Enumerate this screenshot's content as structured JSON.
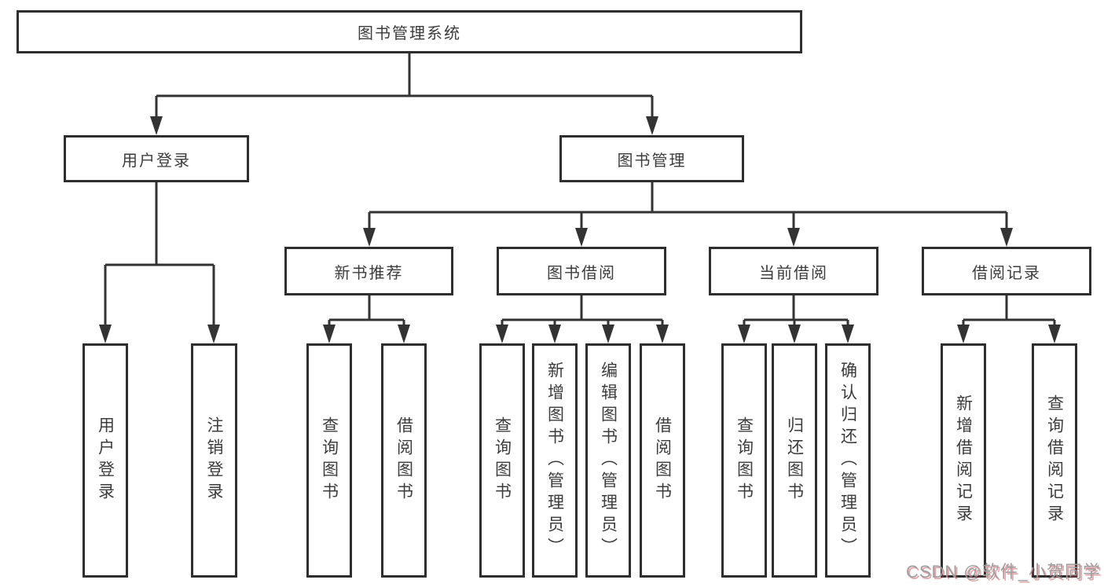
{
  "diagram_type": "hierarchy-tree",
  "tree": {
    "label": "图书管理系统",
    "children": [
      {
        "label": "用户登录",
        "children": [
          {
            "label": "用户登录"
          },
          {
            "label": "注销登录"
          }
        ]
      },
      {
        "label": "图书管理",
        "children": [
          {
            "label": "新书推荐",
            "children": [
              {
                "label": "查询图书"
              },
              {
                "label": "借阅图书"
              }
            ]
          },
          {
            "label": "图书借阅",
            "children": [
              {
                "label": "查询图书"
              },
              {
                "label": "新增图书（管理员）"
              },
              {
                "label": "编辑图书（管理员）"
              },
              {
                "label": "借阅图书"
              }
            ]
          },
          {
            "label": "当前借阅",
            "children": [
              {
                "label": "查询图书"
              },
              {
                "label": "归还图书"
              },
              {
                "label": "确认归还（管理员）"
              }
            ]
          },
          {
            "label": "借阅记录",
            "children": [
              {
                "label": "新增借阅记录"
              },
              {
                "label": "查询借阅记录"
              }
            ]
          }
        ]
      }
    ]
  },
  "watermark": {
    "text": "CSDN @软件_小贺同学"
  },
  "colors": {
    "box_border": "#2e2e2e",
    "box_text": "#3c3c3c",
    "connector": "#333333",
    "watermark_gray": "#9e9e9e",
    "watermark_accent": "#c5333d"
  }
}
